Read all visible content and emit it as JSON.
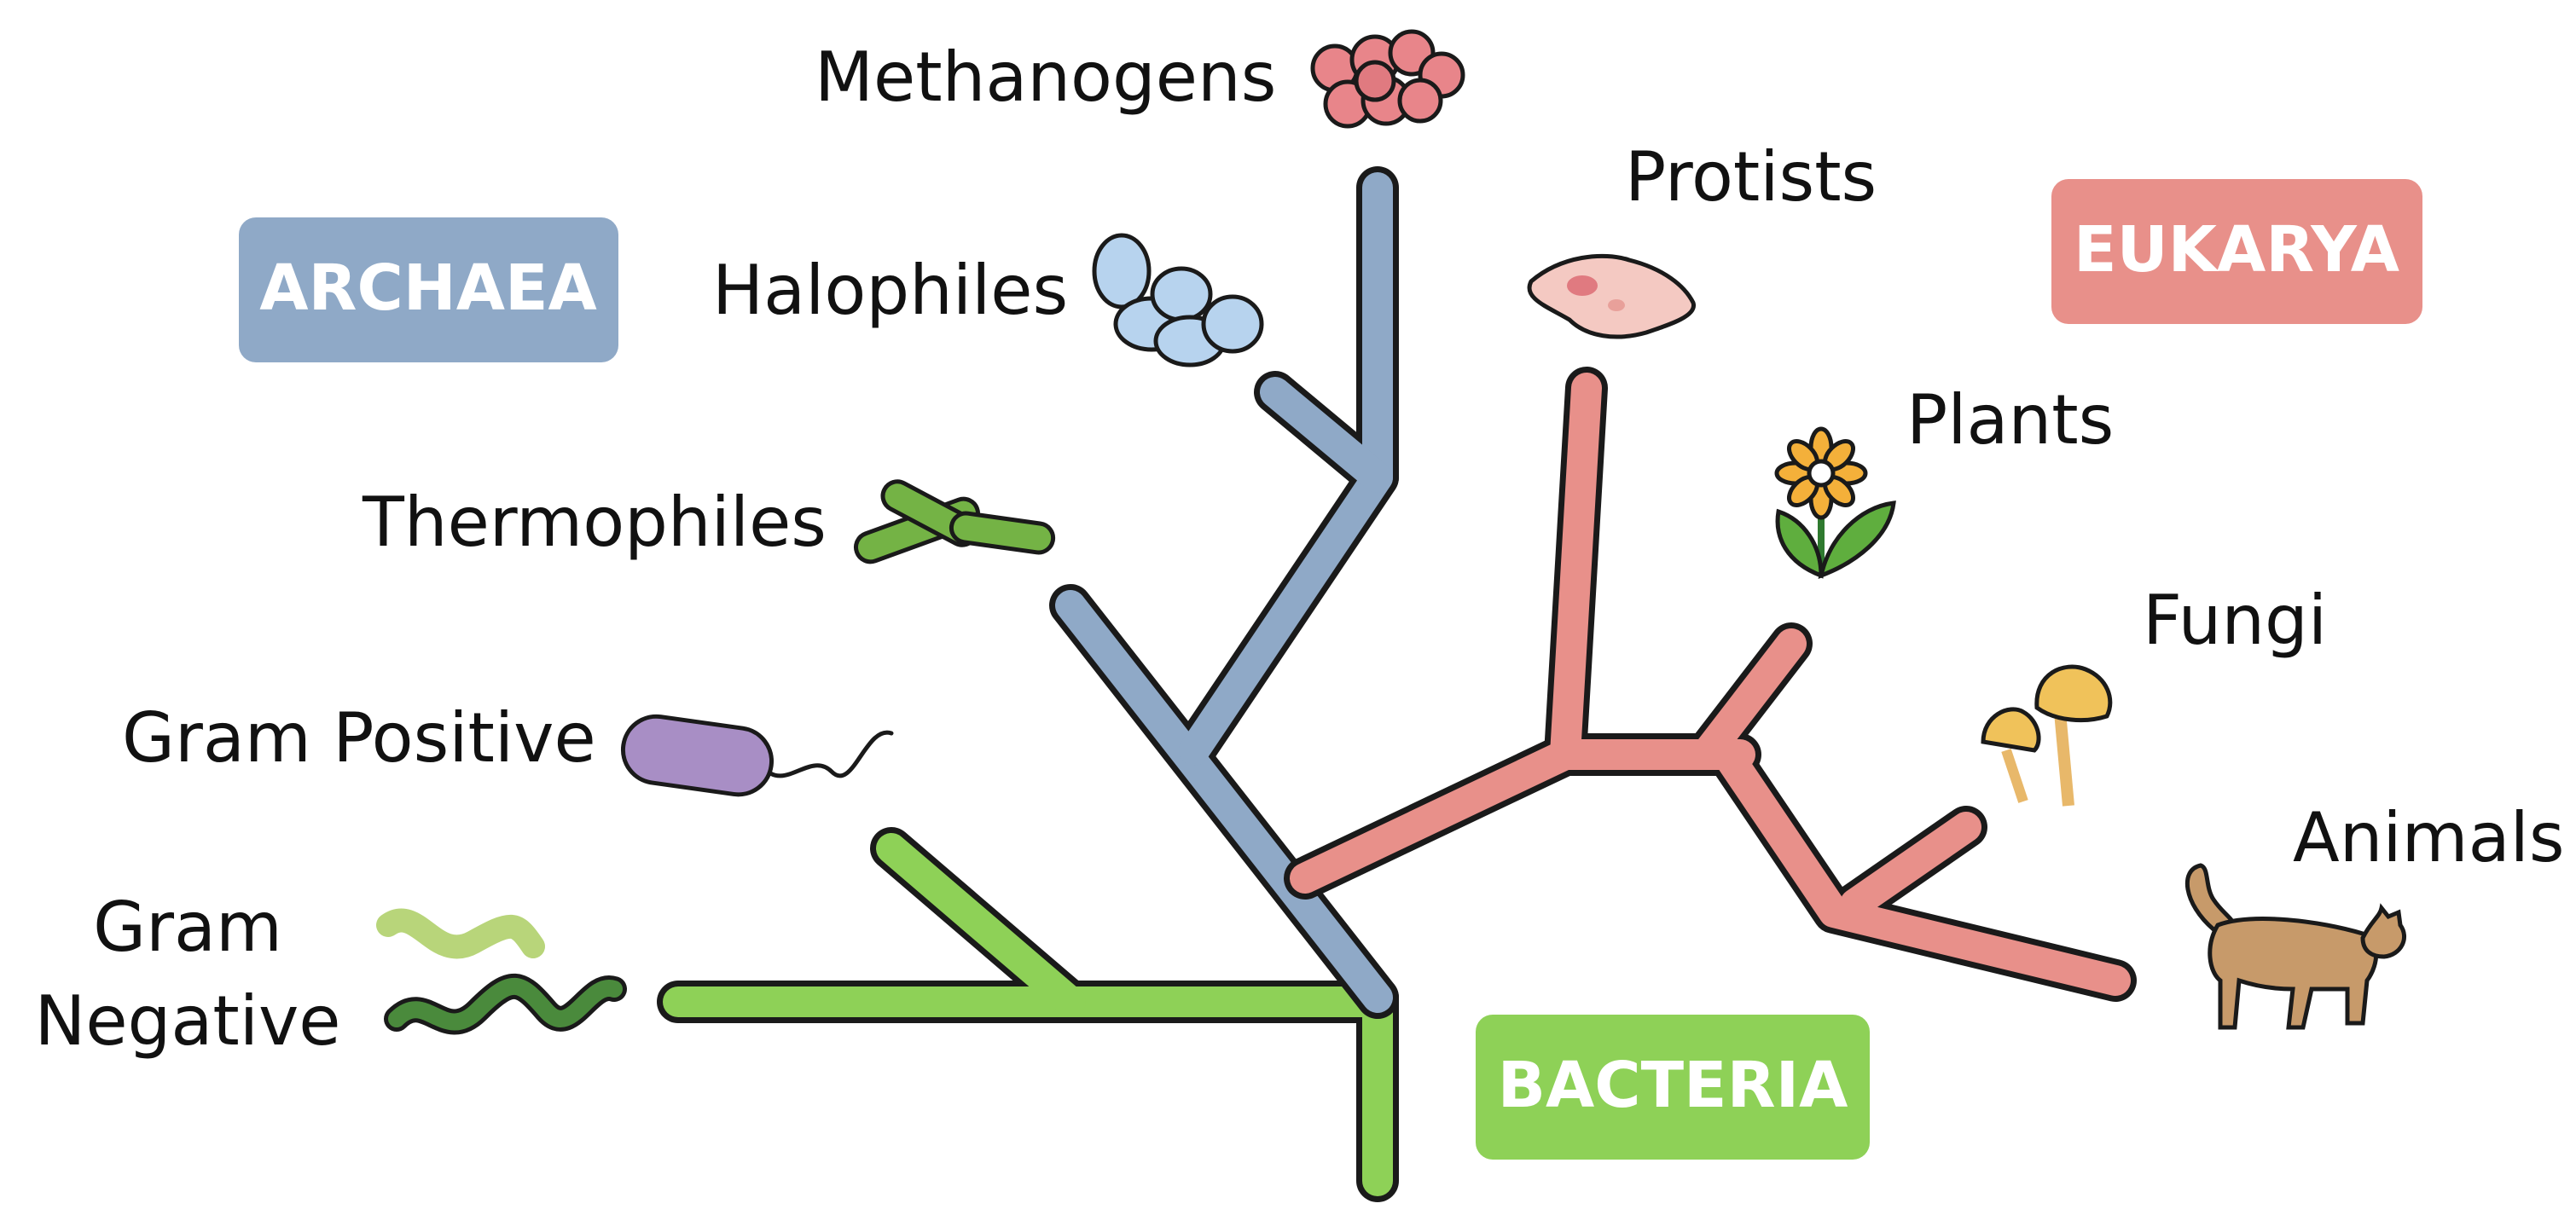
{
  "domains": {
    "archaea": {
      "label": "ARCHAEA",
      "color": "#8fa9c7"
    },
    "eukarya": {
      "label": "EUKARYA",
      "color": "#e8908a"
    },
    "bacteria": {
      "label": "BACTERIA",
      "color": "#8ed157"
    }
  },
  "groups": {
    "methanogens": "Methanogens",
    "halophiles": "Halophiles",
    "thermophiles": "Thermophiles",
    "gram_positive": "Gram Positive",
    "gram_negative_line1": "Gram",
    "gram_negative_line2": "Negative",
    "protists": "Protists",
    "plants": "Plants",
    "fungi": "Fungi",
    "animals": "Animals"
  },
  "icons": {
    "methanogens": "cell-cluster-icon",
    "halophiles": "oval-cells-icon",
    "thermophiles": "rod-bacteria-icon",
    "gram_positive": "flagellated-bacterium-icon",
    "gram_negative": "spiral-bacteria-icon",
    "protists": "amoeba-icon",
    "plants": "flower-icon",
    "fungi": "mushroom-icon",
    "animals": "cat-icon"
  }
}
